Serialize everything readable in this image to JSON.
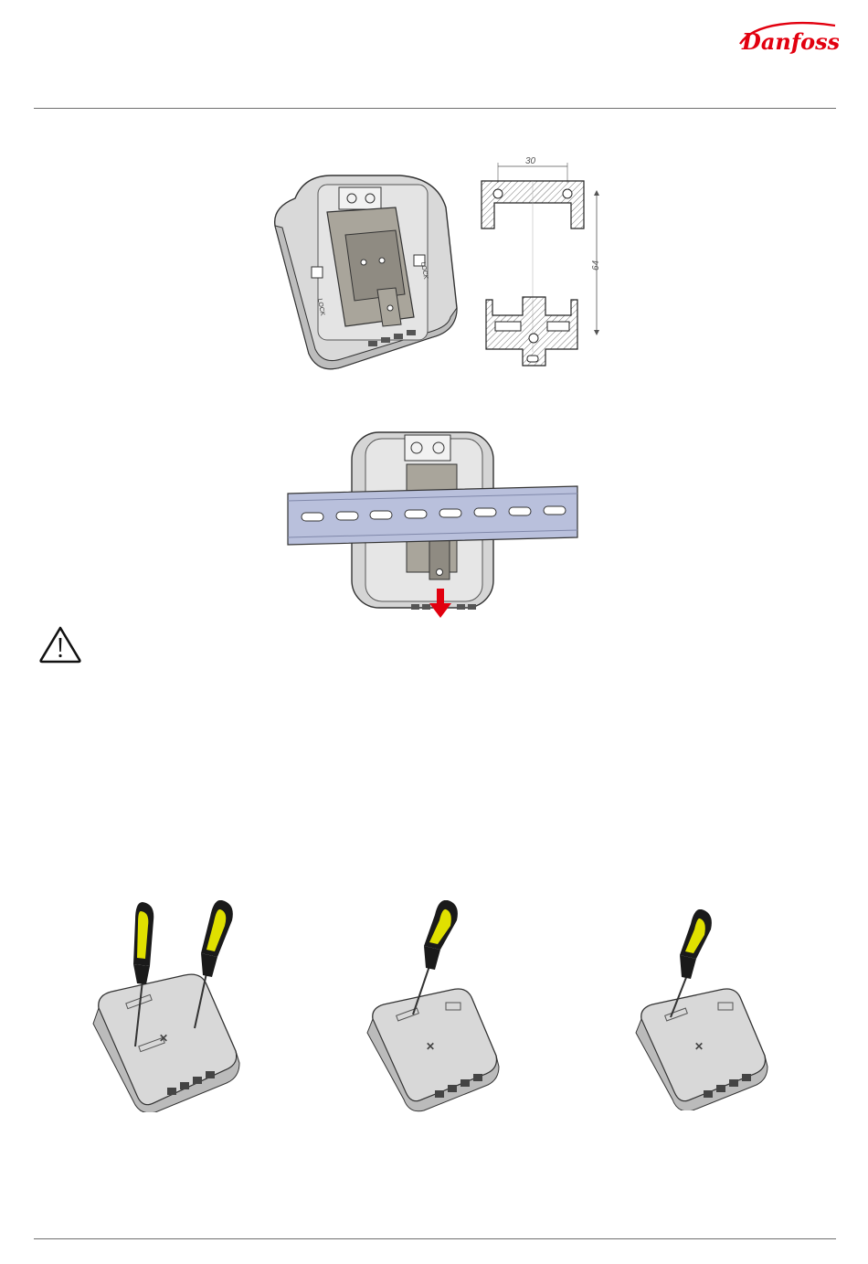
{
  "brand": {
    "name": "Danfoss",
    "color": "#e2000f"
  },
  "figure_top": {
    "profile_dimension_width": "30",
    "profile_dimension_height": "64",
    "lock_label": "LOCK"
  },
  "figure_rail": {
    "arrow_color": "#e2000f"
  },
  "warning": {
    "icon": "warning-triangle-icon"
  },
  "colors": {
    "handle_yellow": "#e0e000",
    "handle_black": "#1a1a1a",
    "rail": "#b9c0dc"
  }
}
